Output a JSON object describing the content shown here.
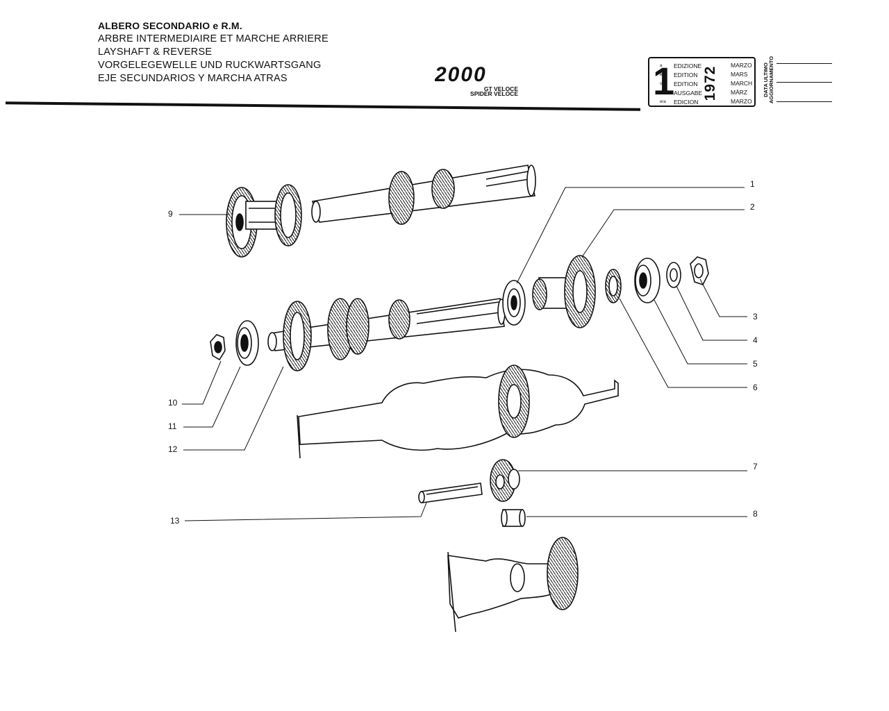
{
  "header": {
    "titles": [
      "ALBERO SECONDARIO e R.M.",
      "ARBRE INTERMEDIAIRE ET MARCHE ARRIERE",
      "LAYSHAFT & REVERSE",
      "VORGELEGEWELLE UND RUCKWARTSGANG",
      "EJE SECUNDARIOS Y MARCHA ATRAS"
    ]
  },
  "logo": {
    "model": "2000",
    "variant1": "GT VELOCE",
    "variant2": "SPIDER VELOCE"
  },
  "edition": {
    "number": "1",
    "year": "1972",
    "rows": [
      {
        "suffix": "a",
        "label": "EDIZIONE",
        "month": "MARZO"
      },
      {
        "suffix": "ère",
        "label": "EDITION",
        "month": "MARS"
      },
      {
        "suffix": "st",
        "label": "EDITION",
        "month": "MARCH"
      },
      {
        "suffix": ".",
        "label": "AUSGABE",
        "month": "MÄRZ"
      },
      {
        "suffix": "era",
        "label": "EDICION",
        "month": "MARZO"
      }
    ]
  },
  "update_label": {
    "line1": "DATA ULTIMO",
    "line2": "AGGIORNAMENTO"
  },
  "callouts": [
    "1",
    "2",
    "3",
    "4",
    "5",
    "6",
    "7",
    "8",
    "9",
    "10",
    "11",
    "12",
    "13"
  ],
  "colors": {
    "ink": "#111111",
    "paper": "#ffffff"
  }
}
